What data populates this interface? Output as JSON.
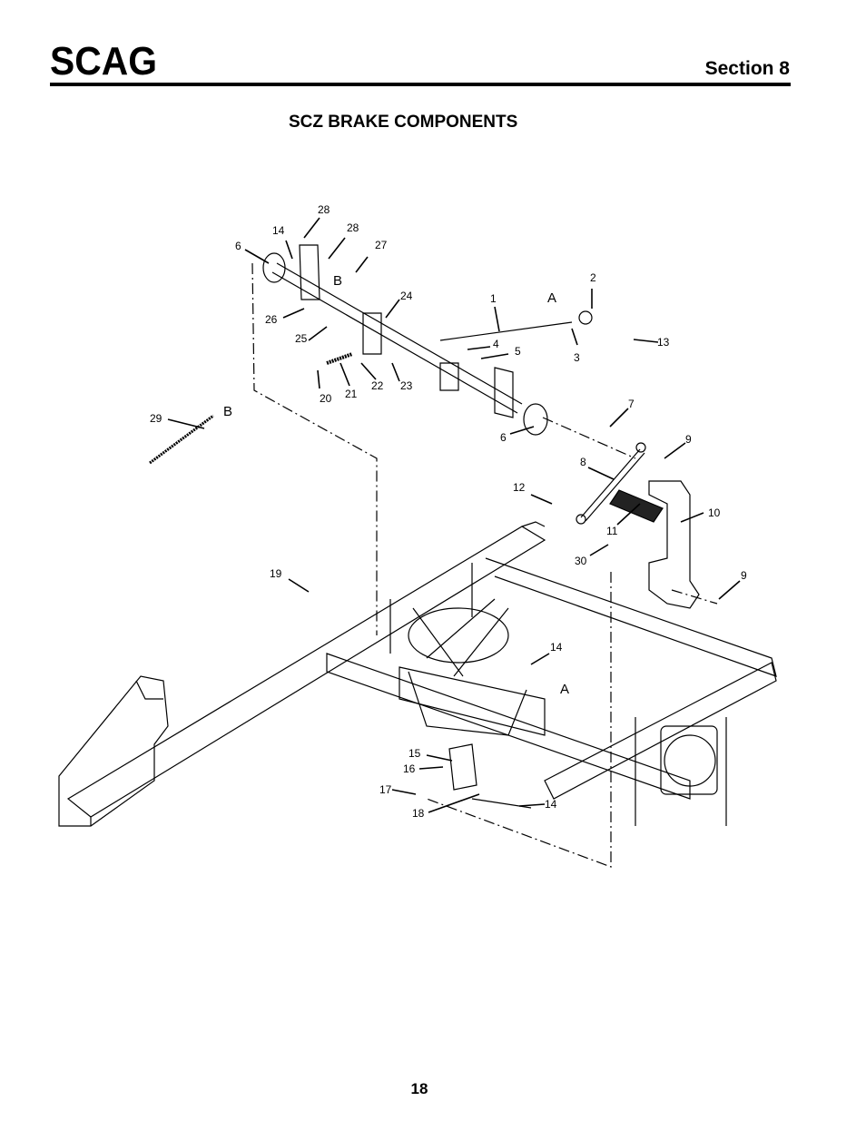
{
  "header": {
    "brand": "SCAG",
    "section": "Section 8"
  },
  "title": "SCZ BRAKE COMPONENTS",
  "page_number": "18",
  "diagram": {
    "callouts": [
      "28",
      "14",
      "28",
      "6",
      "27",
      "2",
      "24",
      "1",
      "26",
      "13",
      "3",
      "25",
      "4",
      "5",
      "20",
      "21",
      "22",
      "23",
      "7",
      "29",
      "6",
      "9",
      "8",
      "12",
      "10",
      "11",
      "30",
      "19",
      "9",
      "14",
      "15",
      "16",
      "17",
      "18",
      "14"
    ],
    "refs": [
      "B",
      "A",
      "B",
      "A"
    ]
  }
}
